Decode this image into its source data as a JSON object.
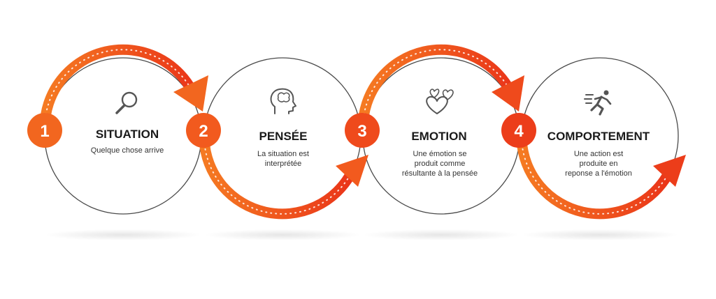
{
  "steps": [
    {
      "number": "1",
      "title": "SITUATION",
      "desc": [
        "Quelque chose arrive"
      ],
      "icon": "magnifier-icon",
      "color": "#f2661f"
    },
    {
      "number": "2",
      "title": "PENSÉE",
      "desc": [
        "La situation est",
        "interprétée"
      ],
      "icon": "brain-head-icon",
      "color": "#f25a1e"
    },
    {
      "number": "3",
      "title": "EMOTION",
      "desc": [
        "Une émotion se",
        "produit comme",
        "résultante à la pensée"
      ],
      "icon": "hearts-icon",
      "color": "#ef4a1c"
    },
    {
      "number": "4",
      "title": "COMPORTEMENT",
      "desc": [
        "Une action est",
        "produite en",
        "reponse a l'émotion"
      ],
      "icon": "running-man-icon",
      "color": "#ec3d1a"
    }
  ],
  "colors": {
    "arrow_start": "#f57a22",
    "arrow_end": "#ea3519",
    "circle_stroke": "#4a4a4a",
    "title": "#1a1a1a",
    "text": "#333333",
    "icon": "#555555"
  }
}
